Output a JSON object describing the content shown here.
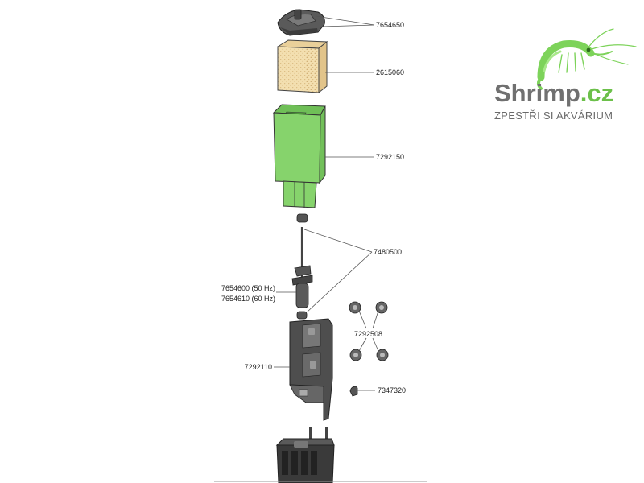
{
  "parts": {
    "cover": "7654650",
    "sponge": "2615060",
    "housing": "7292150",
    "rotor_set": "7480500",
    "impeller_50hz": "7654600 (50 Hz)",
    "impeller_60hz": "7654610 (60 Hz)",
    "suction_cups": "7292508",
    "pump_body": "7292110",
    "clip": "7347320"
  },
  "logo": {
    "word_main": "Shrimp",
    "word_tld": ".cz",
    "tagline": "ZPESTŘI SI AKVÁRIUM",
    "colors": {
      "word": "#707070",
      "tld": "#6cc04a",
      "shrimp": "#7dd35a"
    }
  },
  "colors": {
    "housing_green": "#86d36c",
    "sponge_fill": "#f3dfb0",
    "part_gray": "#4a4a4a"
  }
}
